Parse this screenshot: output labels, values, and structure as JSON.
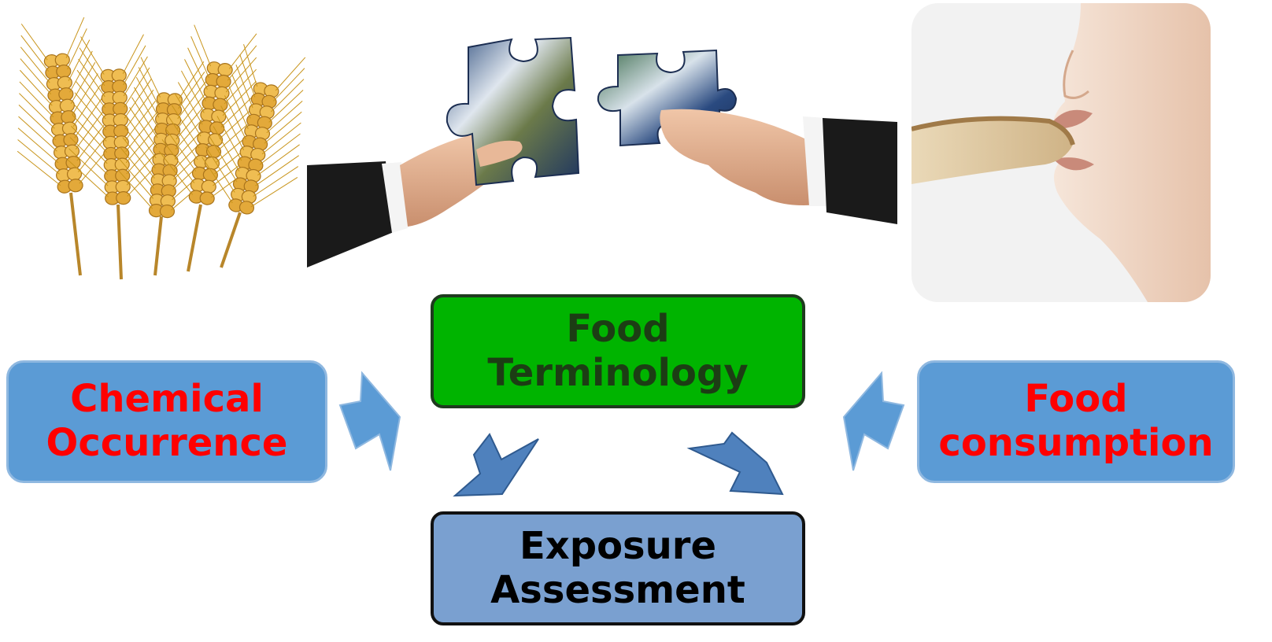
{
  "boxes": {
    "chemical": {
      "line1": "Chemical",
      "line2": "Occurrence"
    },
    "terminology": {
      "line1": "Food",
      "line2": "Terminology"
    },
    "consumption": {
      "line1": "Food",
      "line2": "consumption"
    },
    "exposure": {
      "line1": "Exposure",
      "line2": "Assessment"
    }
  },
  "colors": {
    "blue_box": "#5b9bd5",
    "green_box": "#00b400",
    "exposure_box": "#7aa0d0",
    "label_red": "#ff0000",
    "arrow_light": "#5b9bd5",
    "arrow_dark": "#4f81bd"
  },
  "images": [
    "wheat-illustration",
    "puzzle-hands-photo",
    "person-eating-photo"
  ]
}
